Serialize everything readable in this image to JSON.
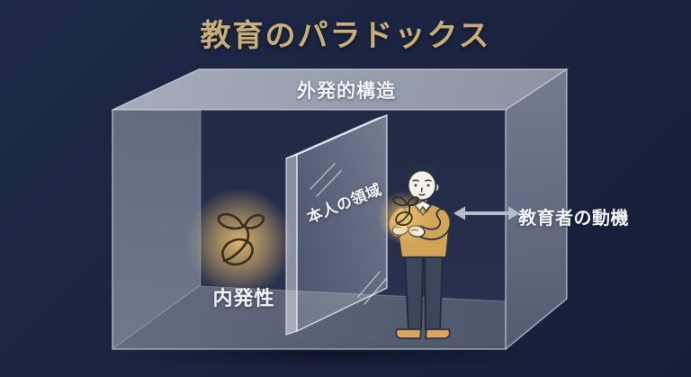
{
  "title": "教育のパラドックス",
  "labels": {
    "outer_structure": "外発的構造",
    "intrinsic": "内発性",
    "personal_domain": "本人の領域",
    "educator_motivation": "教育者の動機"
  },
  "icons": {
    "inner_seed": "sprout-icon",
    "held_seed": "sprout-icon",
    "motivation_arrow": "double-arrow-icon",
    "learner": "person-figure",
    "barrier": "glass-panel"
  },
  "colors": {
    "background": "#1a2440",
    "title_gold": "#c9ae7a",
    "label_white": "#f3f5f9",
    "glow": "#e2ba6e",
    "box_face_gray": "#8e96a5",
    "sweater": "#d2a457",
    "pants": "#3d475c",
    "shoes": "#dba65a",
    "skin": "#f7f1e6",
    "hair": "#272f44",
    "outline": "#2a3245",
    "arrow_gray": "#b8bec9",
    "sprout_line": "#3a2d1d"
  }
}
